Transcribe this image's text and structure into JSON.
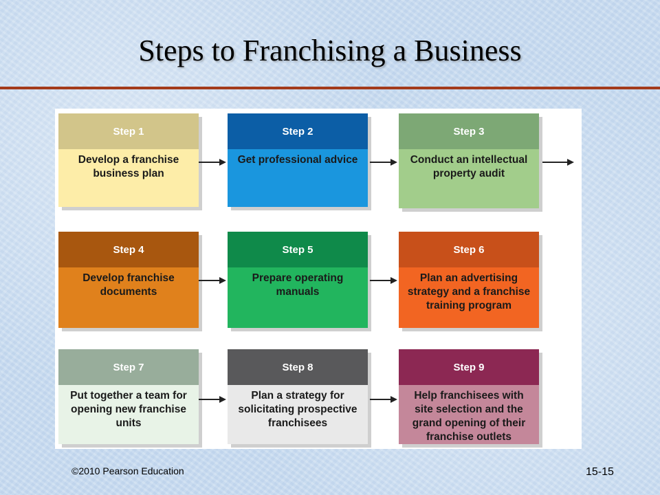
{
  "title": "Steps to Franchising a Business",
  "footer": {
    "copyright": "©2010 Pearson Education",
    "slide_number": "15-15"
  },
  "colors": {
    "rule": "#a33a1a"
  },
  "steps": [
    {
      "label": "Step 1",
      "text": "Develop a franchise business plan",
      "head_color": "#d2c58a",
      "body_color": "#fdeda8"
    },
    {
      "label": "Step 2",
      "text": "Get professional advice",
      "head_color": "#0c5ea6",
      "body_color": "#1a96de"
    },
    {
      "label": "Step 3",
      "text": "Conduct an intellectual property audit",
      "head_color": "#7da875",
      "body_color": "#a2cd8b"
    },
    {
      "label": "Step 4",
      "text": "Develop franchise documents",
      "head_color": "#a8570f",
      "body_color": "#e0811c"
    },
    {
      "label": "Step 5",
      "text": "Prepare operating manuals",
      "head_color": "#0f8a4a",
      "body_color": "#22b55e"
    },
    {
      "label": "Step 6",
      "text": "Plan an advertising strategy and a franchise training program",
      "head_color": "#c8501a",
      "body_color": "#f26522"
    },
    {
      "label": "Step 7",
      "text": "Put together a team for opening new franchise units",
      "head_color": "#98ad9b",
      "body_color": "#e8f3e7"
    },
    {
      "label": "Step 8",
      "text": "Plan a strategy for solicitating prospective franchisees",
      "head_color": "#59595b",
      "body_color": "#e9e9e9"
    },
    {
      "label": "Step 9",
      "text": "Help franchisees with site selection and the grand opening of their franchise outlets",
      "head_color": "#8c2853",
      "body_color": "#c4879a"
    }
  ]
}
